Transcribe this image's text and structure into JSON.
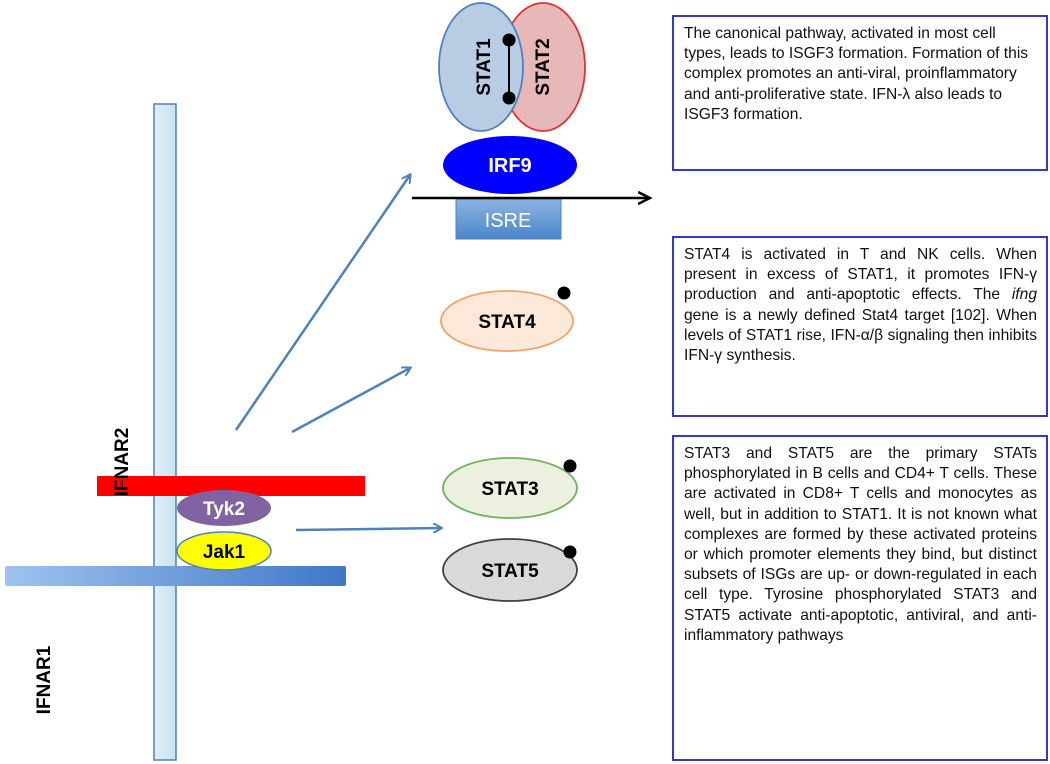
{
  "receptors": {
    "ifnar1": "IFNAR1",
    "ifnar2": "IFNAR2",
    "tyk2": "Tyk2",
    "jak1": "Jak1"
  },
  "complex": {
    "stat1": "STAT1",
    "stat2": "STAT2",
    "irf9": "IRF9",
    "isre": "ISRE"
  },
  "stats": {
    "stat4": "STAT4",
    "stat3": "STAT3",
    "stat5": "STAT5"
  },
  "boxes": {
    "canonical": "The canonical pathway, activated in most cell types, leads to ISGF3 formation. Formation of this complex promotes an anti-viral, proinflammatory and anti-proliferative state. IFN-λ also leads to ISGF3 formation.",
    "stat4_part1": "STAT4 is activated in T and NK cells. When present in excess of STAT1, it promotes IFN-γ production and anti-apoptotic effects. The ",
    "stat4_italic": "ifng",
    "stat4_part2": " gene is a newly defined Stat4 target [102]. When levels of STAT1 rise, IFN-α/β signaling then inhibits IFN-γ synthesis.",
    "stat3_5": "STAT3 and STAT5 are the primary STATs phosphorylated in B cells and CD4+ T cells. These are activated in CD8+ T cells and monocytes as well, but in addition to STAT1. It is not known what complexes are formed by these activated proteins or which promoter elements they bind, but distinct subsets of ISGs are up- or down-regulated in each cell type. Tyrosine phosphorylated STAT3 and STAT5 activate anti-apoptotic, antiviral, and anti-inflammatory pathways"
  },
  "colors": {
    "membrane_bar": "#d6ecf5",
    "ifnar2_bar": "#ff0000",
    "ifnar1_bar": "#5a8fd6",
    "tyk2": "#8064a2",
    "jak1": "#ffff00",
    "stat1": "#b8cce4",
    "stat2": "#e6b9b8",
    "irf9": "#0000ff",
    "isre": "#5b9bd5",
    "stat4": "#fde9d9",
    "stat3": "#ebf1de",
    "stat5": "#d9d9d9",
    "arrows": "#4f81bd",
    "box_border": "#3535d0"
  }
}
